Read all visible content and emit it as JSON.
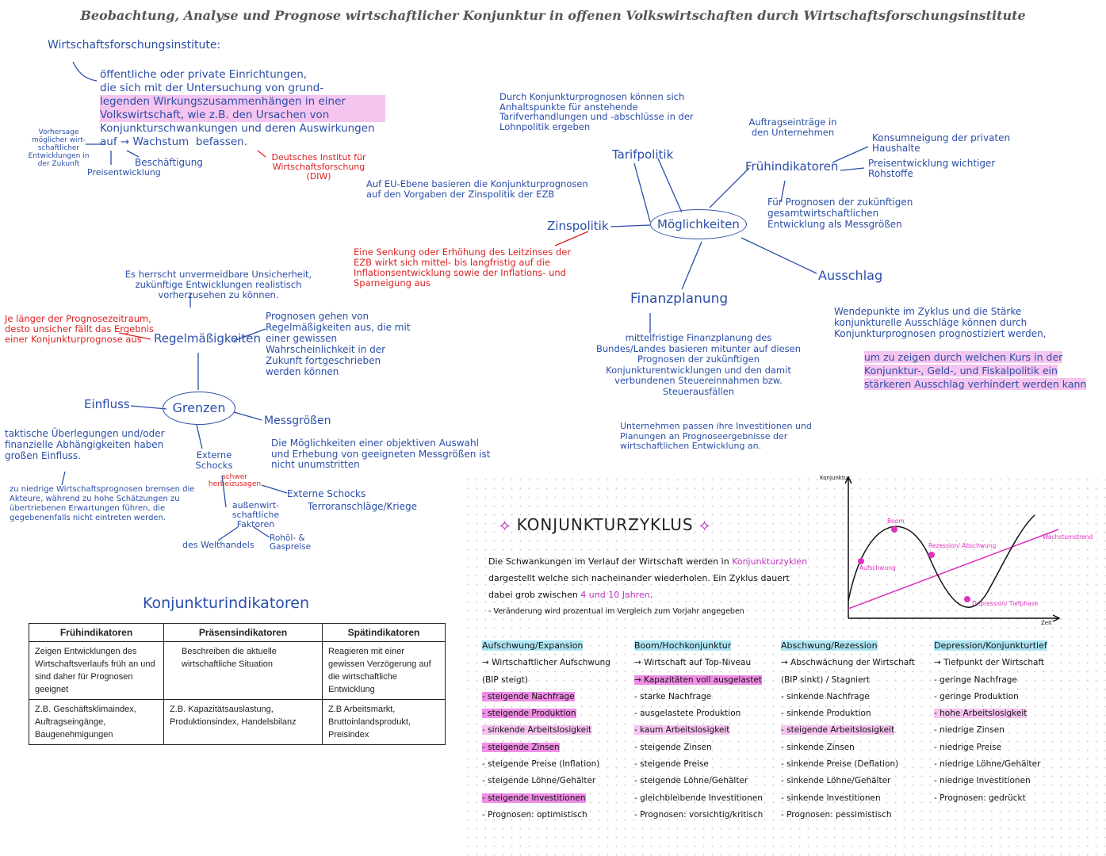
{
  "title": "Beobachtung, Analyse und Prognose wirtschaftlicher Konjunktur in offenen Volkswirtschaften durch Wirtschaftsforschungsinstitute",
  "institute": {
    "heading": "Wirtschaftsforschungsinstitute:",
    "l1": "öffentliche oder private Einrichtungen,",
    "l2": "die sich mit der Untersuchung von grund-",
    "l3": "legenden Wirkungszusammenhängen in einer",
    "l4": "Volkswirtschaft, wie z.B. den Ursachen von",
    "l5": "Konjunkturschwankungen und deren Auswirkungen",
    "l6a": "auf",
    "l6b": "Wachstum",
    "l6c": "befassen.",
    "forecast": "Vorhersage möglicher wirt- schaftlicher Entwicklungen in der Zukunft",
    "beschaeftigung": "Beschäftigung",
    "preis": "Preisentwicklung",
    "diw": "Deutsches Institut für Wirtschaftsforschung (DIW)"
  },
  "mind_right": {
    "center": "Möglichkeiten",
    "tarif": "Tarifpolitik",
    "tarif_text": "Durch Konjunkturprognosen können sich Anhaltspunkte für anstehende Tarifverhandlungen und -abschlüsse in der Lohnpolitik ergeben",
    "zins": "Zinspolitik",
    "zins_text": "Auf EU-Ebene basieren die Konjunkturprognosen auf den Vorgaben der Zinspolitik der EZB",
    "zins_red": "Eine Senkung oder Erhöhung des Leitzinses der EZB wirkt sich mittel- bis langfristig auf die Inflationsentwicklung sowie der Inflations- und Sparneigung aus",
    "frueh": "Frühindikatoren",
    "frueh_a": "Auftragseinträge in den Unternehmen",
    "frueh_b": "Konsumneigung der privaten Haushalte",
    "frueh_c": "Preisentwicklung wichtiger Rohstoffe",
    "frueh_d": "Für Prognosen der zukünftigen gesamtwirtschaftlichen Entwicklung als Messgrößen",
    "fin": "Finanzplanung",
    "fin_text": "mittelfristige Finanzplanung des Bundes/Landes basieren mitunter auf diesen Prognosen der zukünftigen Konjunkturentwicklungen und den damit verbundenen Steuereinnahmen bzw. Steuerausfällen",
    "fin_text2": "Unternehmen passen ihre Investitionen und Planungen an Prognoseergebnisse der wirtschaftlichen Entwicklung an.",
    "aus": "Ausschlag",
    "aus_text1": "Wendepunkte im Zyklus und die Stärke konjunkturelle Ausschläge können durch Konjunkturprognosen prognostiziert werden,",
    "aus_text2": "um zu zeigen durch welchen Kurs in der Konjunktur-, Geld-, und Fiskalpolitik ein stärkeren Ausschlag verhindert werden kann"
  },
  "mind_left": {
    "center": "Grenzen",
    "reg": "Regelmäßigkeiten",
    "reg_top": "Es herrscht unvermeidbare Unsicherheit, zukünftige Entwicklungen realistisch vorherzusehen zu können.",
    "reg_red": "Je länger der Prognosezeitraum, desto unsicher fällt das Ergebnis einer Konjunkturprognose aus",
    "reg_right": "Prognosen gehen von Regelmäßigkeiten aus, die mit einer gewissen Wahrscheinlichkeit in der Zukunft fortgeschrieben werden können",
    "einfluss": "Einfluss",
    "einfluss_text": "taktische Überlegungen und/oder finanzielle Abhängigkeiten haben großen Einfluss.",
    "einfluss_text2": "zu niedrige Wirtschaftsprognosen bremsen die Akteure, während zu hohe Schätzungen zu übertriebenen Erwartungen führen, die gegebenenfalls nicht eintreten werden.",
    "mess": "Messgrößen",
    "mess_text": "Die Möglichkeiten einer objektiven Auswahl und Erhebung von geeigneten Messgrößen ist nicht unumstritten",
    "ext": "Externe Schocks",
    "ext_red": "schwer herbeizusagen",
    "ext2": "Externe Schocks",
    "ext2_text": "Terroranschläge/Kriege",
    "aussen": "außenwirt- schaftliche Faktoren",
    "welthandel": "des Welthandels",
    "rohoel": "Rohöl- & Gaspreise"
  },
  "indicators": {
    "heading": "Konjunkturindikatoren",
    "headers": [
      "Frühindikatoren",
      "Präsensindikatoren",
      "Spätindikatoren"
    ],
    "row1": [
      "Zeigen Entwicklungen des Wirtschaftsverlaufs früh an und sind daher für Prognosen geeignet",
      "Beschreiben die aktuelle wirtschaftliche Situation",
      "Reagieren mit einer gewissen Verzögerung auf die wirtschaftliche Entwicklung"
    ],
    "row2": [
      "Z.B. Geschäftsklimaindex, Auftragseingänge, Baugenehmigungen",
      "Z.B. Kapazitätsauslastung, Produktionsindex, Handelsbilanz",
      "Z.B Arbeitsmarkt, Bruttoinlandsprodukt, Preisindex"
    ]
  },
  "zyklus": {
    "title": "KONJUNKTURZYKLUS",
    "t1a": "Die Schwankungen im Verlauf der Wirtschaft werden in ",
    "t1b": "Konjunkturzyklen",
    "t2": "dargestellt welche sich nacheinander wiederholen. Ein Zyklus dauert",
    "t3a": "dabei grob zwischen ",
    "t3b": "4 und 10 Jahren",
    "t3c": ".",
    "t4": "- Veränderung wird prozentual im Vergleich zum Vorjahr angegeben",
    "chart": {
      "ylabel": "Konjunktur",
      "xlabel": "Zeit",
      "trend": "Wachstumstrend",
      "boom": "Boom",
      "auf": "Aufschwung",
      "rez": "Rezession/ Abschwung",
      "dep": "Depression/ Tiefphase"
    },
    "columns": [
      {
        "head": "Aufschwung/Expansion",
        "items": [
          "→ Wirtschaftlicher Aufschwung",
          "(BIP steigt)",
          "- steigende Nachfrage",
          "- steigende Produktion",
          "- sinkende Arbeitslosigkeit",
          "- steigende Zinsen",
          "- steigende Preise (Inflation)",
          "- steigende Löhne/Gehälter",
          "- steigende Investitionen",
          "- Prognosen: optimistisch"
        ]
      },
      {
        "head": "Boom/Hochkonjunktur",
        "items": [
          "→ Wirtschaft auf Top-Niveau",
          "→ Kapazitäten voll ausgelastet",
          "- starke Nachfrage",
          "- ausgelastete Produktion",
          "- kaum Arbeitslosigkeit",
          "- steigende Zinsen",
          "- steigende Preise",
          "- steigende Löhne/Gehälter",
          "- gleichbleibende Investitionen",
          "- Prognosen: vorsichtig/kritisch"
        ]
      },
      {
        "head": "Abschwung/Rezession",
        "items": [
          "→ Abschwächung der Wirtschaft",
          "(BIP sinkt) / Stagniert",
          "- sinkende Nachfrage",
          "- sinkende Produktion",
          "- steigende Arbeitslosigkeit",
          "- sinkende Zinsen",
          "- sinkende Preise (Deflation)",
          "- sinkende Löhne/Gehälter",
          "- sinkende Investitionen",
          "- Prognosen: pessimistisch"
        ]
      },
      {
        "head": "Depression/Konjunkturtief",
        "items": [
          "→ Tiefpunkt der Wirtschaft",
          "- geringe Nachfrage",
          "- geringe Produktion",
          "- hohe Arbeitslosigkeit",
          "- niedrige Zinsen",
          "- niedrige Preise",
          "- niedrige Löhne/Gehälter",
          "- niedrige Investitionen",
          "- Prognosen: gedrückt"
        ]
      }
    ]
  }
}
